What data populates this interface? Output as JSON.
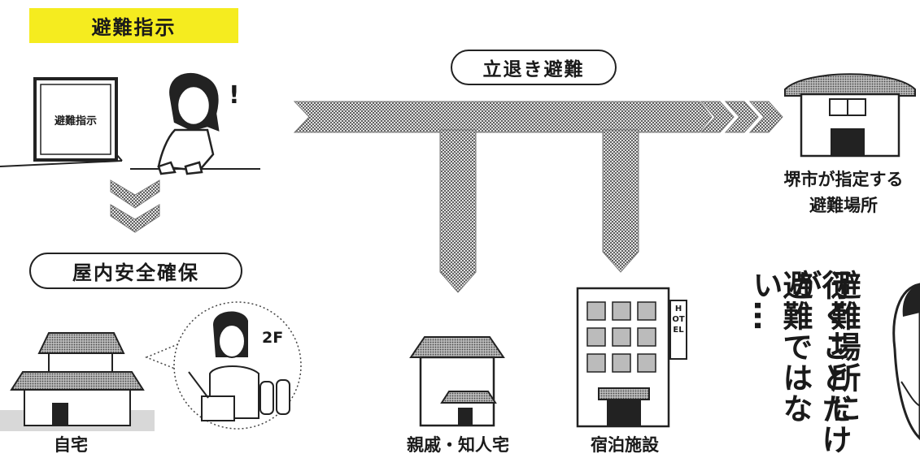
{
  "labels": {
    "evacuation_order": "避難指示",
    "tv_text": "避難指示",
    "exclaim": "!",
    "floor": "2F",
    "stay_home_safety": "屋内安全確保",
    "leave_evacuation": "立退き避難",
    "designated_shelter_line1": "堺市が指定する",
    "designated_shelter_line2": "避難場所",
    "relatives_home": "親戚・知人宅",
    "lodging": "宿泊施設",
    "own_home": "自宅",
    "hotel_sign": "HOTEL"
  },
  "callout": {
    "line1": "避難場所に",
    "line2": "行くことだけが",
    "line3": "避難ではない…"
  },
  "colors": {
    "banner": "#f5ec1f",
    "ink": "#1a1a1a",
    "dot_fill": "#9a9a9a"
  }
}
